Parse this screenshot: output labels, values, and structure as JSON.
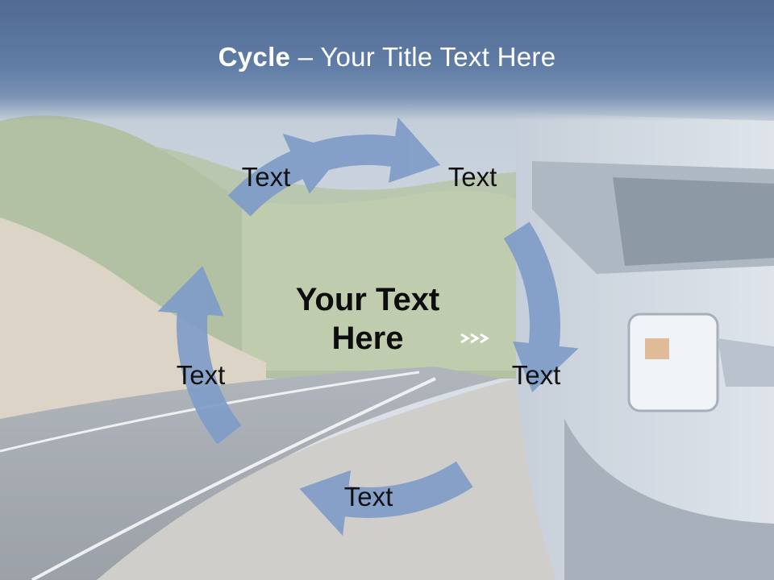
{
  "slide": {
    "title_strong": "Cycle",
    "title_separator": " – ",
    "title_rest": "Your Title Text Here",
    "center_text": "Your Text Here"
  },
  "cycle": {
    "arrow_color": "#7f9cc8",
    "nodes": [
      {
        "label": "Text"
      },
      {
        "label": "Text"
      },
      {
        "label": "Text"
      },
      {
        "label": "Text"
      },
      {
        "label": "Text"
      }
    ]
  },
  "background": {
    "sky_color": "#5b7399",
    "hill_color": "#9fb18a",
    "road_color": "#8e969e",
    "van_color": "#c9d3df"
  }
}
